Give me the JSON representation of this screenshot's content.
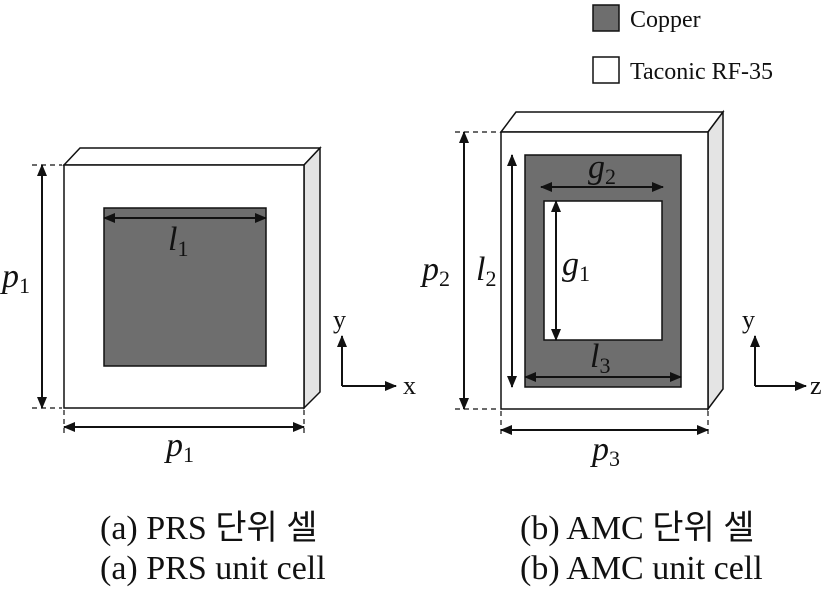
{
  "legend": {
    "items": [
      {
        "label": "Copper",
        "color": "#6e6e6e"
      },
      {
        "label": "Taconic RF-35",
        "color": "#ffffff"
      }
    ]
  },
  "colors": {
    "copper": "#6e6e6e",
    "substrate_face": "#ffffff",
    "substrate_side": "#e4e4e4",
    "stroke": "#111111"
  },
  "panel_a": {
    "dims": {
      "p_left": {
        "main": "p",
        "sub": "1"
      },
      "p_bottom": {
        "main": "p",
        "sub": "1"
      },
      "l1": {
        "main": "l",
        "sub": "1"
      }
    },
    "axes": {
      "vertical": "y",
      "horizontal": "x"
    },
    "caption_ko": "(a) PRS 단위 셀",
    "caption_en": "(a) PRS unit cell"
  },
  "panel_b": {
    "dims": {
      "p2": {
        "main": "p",
        "sub": "2"
      },
      "l2": {
        "main": "l",
        "sub": "2"
      },
      "g2": {
        "main": "g",
        "sub": "2"
      },
      "g1": {
        "main": "g",
        "sub": "1"
      },
      "l3": {
        "main": "l",
        "sub": "3"
      },
      "p3": {
        "main": "p",
        "sub": "3"
      }
    },
    "axes": {
      "vertical": "y",
      "horizontal": "z"
    },
    "caption_ko": "(b) AMC 단위 셀",
    "caption_en": "(b) AMC unit cell"
  }
}
